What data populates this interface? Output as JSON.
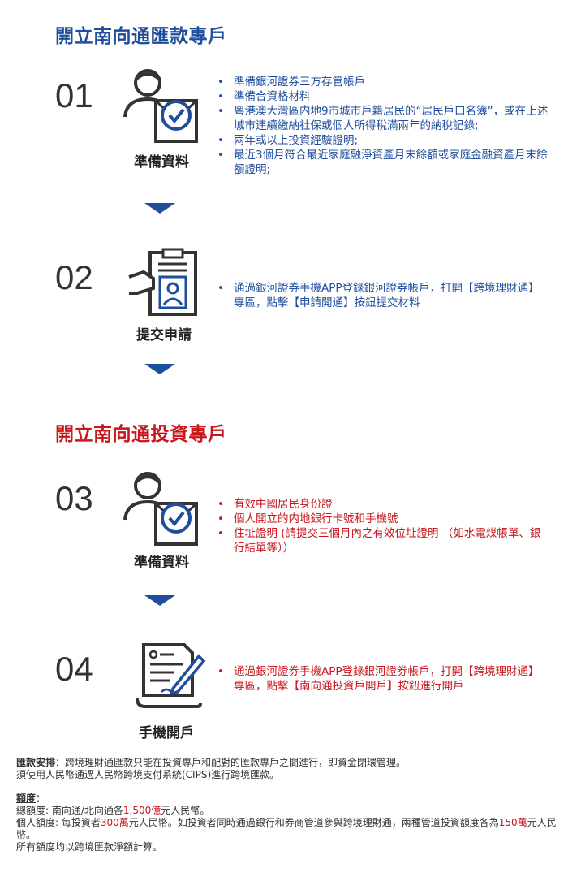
{
  "section1": {
    "title": "開立南向通匯款專戶",
    "steps": [
      {
        "num": "01",
        "label": "準備資料",
        "bullets": [
          "準備銀河證券三方存管帳戶",
          "準備合資格材料",
          "粵港澳大灣區内地9市城市戶籍居民的“居民戶口名簿”，或在上述城市連續繳納社保或個人所得稅滿兩年的納稅記錄;",
          "兩年或以上投資經驗證明;",
          "最近3個月符合最近家庭融淨資產月末餘額或家庭金融資產月末餘額證明;"
        ]
      },
      {
        "num": "02",
        "label": "提交申請",
        "bullets": [
          "通過銀河證券手機APP登錄銀河證券帳戶，打開【跨境理財通】專區，點擊【申請開通】按鈕提交材料"
        ]
      }
    ]
  },
  "section2": {
    "title": "開立南向通投資專戶",
    "steps": [
      {
        "num": "03",
        "label": "準備資料",
        "bullets": [
          "有效中國居民身份證",
          "個人開立的内地銀行卡號和手機號",
          "住址證明 (請提交三個月內之有效位址證明 （如水電煤帳單、銀行結單等））"
        ]
      },
      {
        "num": "04",
        "label": "手機開戶",
        "bullets": [
          "通過銀河證券手機APP登錄銀河證券帳戶，打開【跨境理財通】專區，點擊【南向通投資戶開戶】按鈕進行開戶"
        ]
      }
    ]
  },
  "notes": {
    "remit_heading": "匯款安排",
    "remit_line1": "：跨境理財通匯款只能在投資專戶和配對的匯款專戶之間進行，即資金閉環管理。",
    "remit_line2": "須使用人民幣通過人民幣跨境支付系統(CIPS)進行跨境匯款。",
    "quota_heading": "額度",
    "quota_colon": "：",
    "total_prefix": "總額度: 南向通/北向通各",
    "total_value": "1,500億",
    "total_suffix": "元人民幣。",
    "personal_prefix": "個人額度: 每投資者",
    "personal_value": "300萬",
    "personal_middle": "元人民幣。如投資者同時通過銀行和券商管道參與跨境理財通，兩種管道投資額度各為",
    "personal_value2": "150萬",
    "personal_suffix": "元人民幣。",
    "final": "所有額度均以跨境匯款淨額計算。"
  },
  "colors": {
    "blue": "#1f4e9c",
    "red": "#c8161d",
    "icon": "#333333"
  },
  "icons": [
    "person-envelope-check-icon",
    "hand-clipboard-id-icon",
    "person-envelope-check-icon",
    "document-pen-icon",
    "down-arrow-icon"
  ]
}
